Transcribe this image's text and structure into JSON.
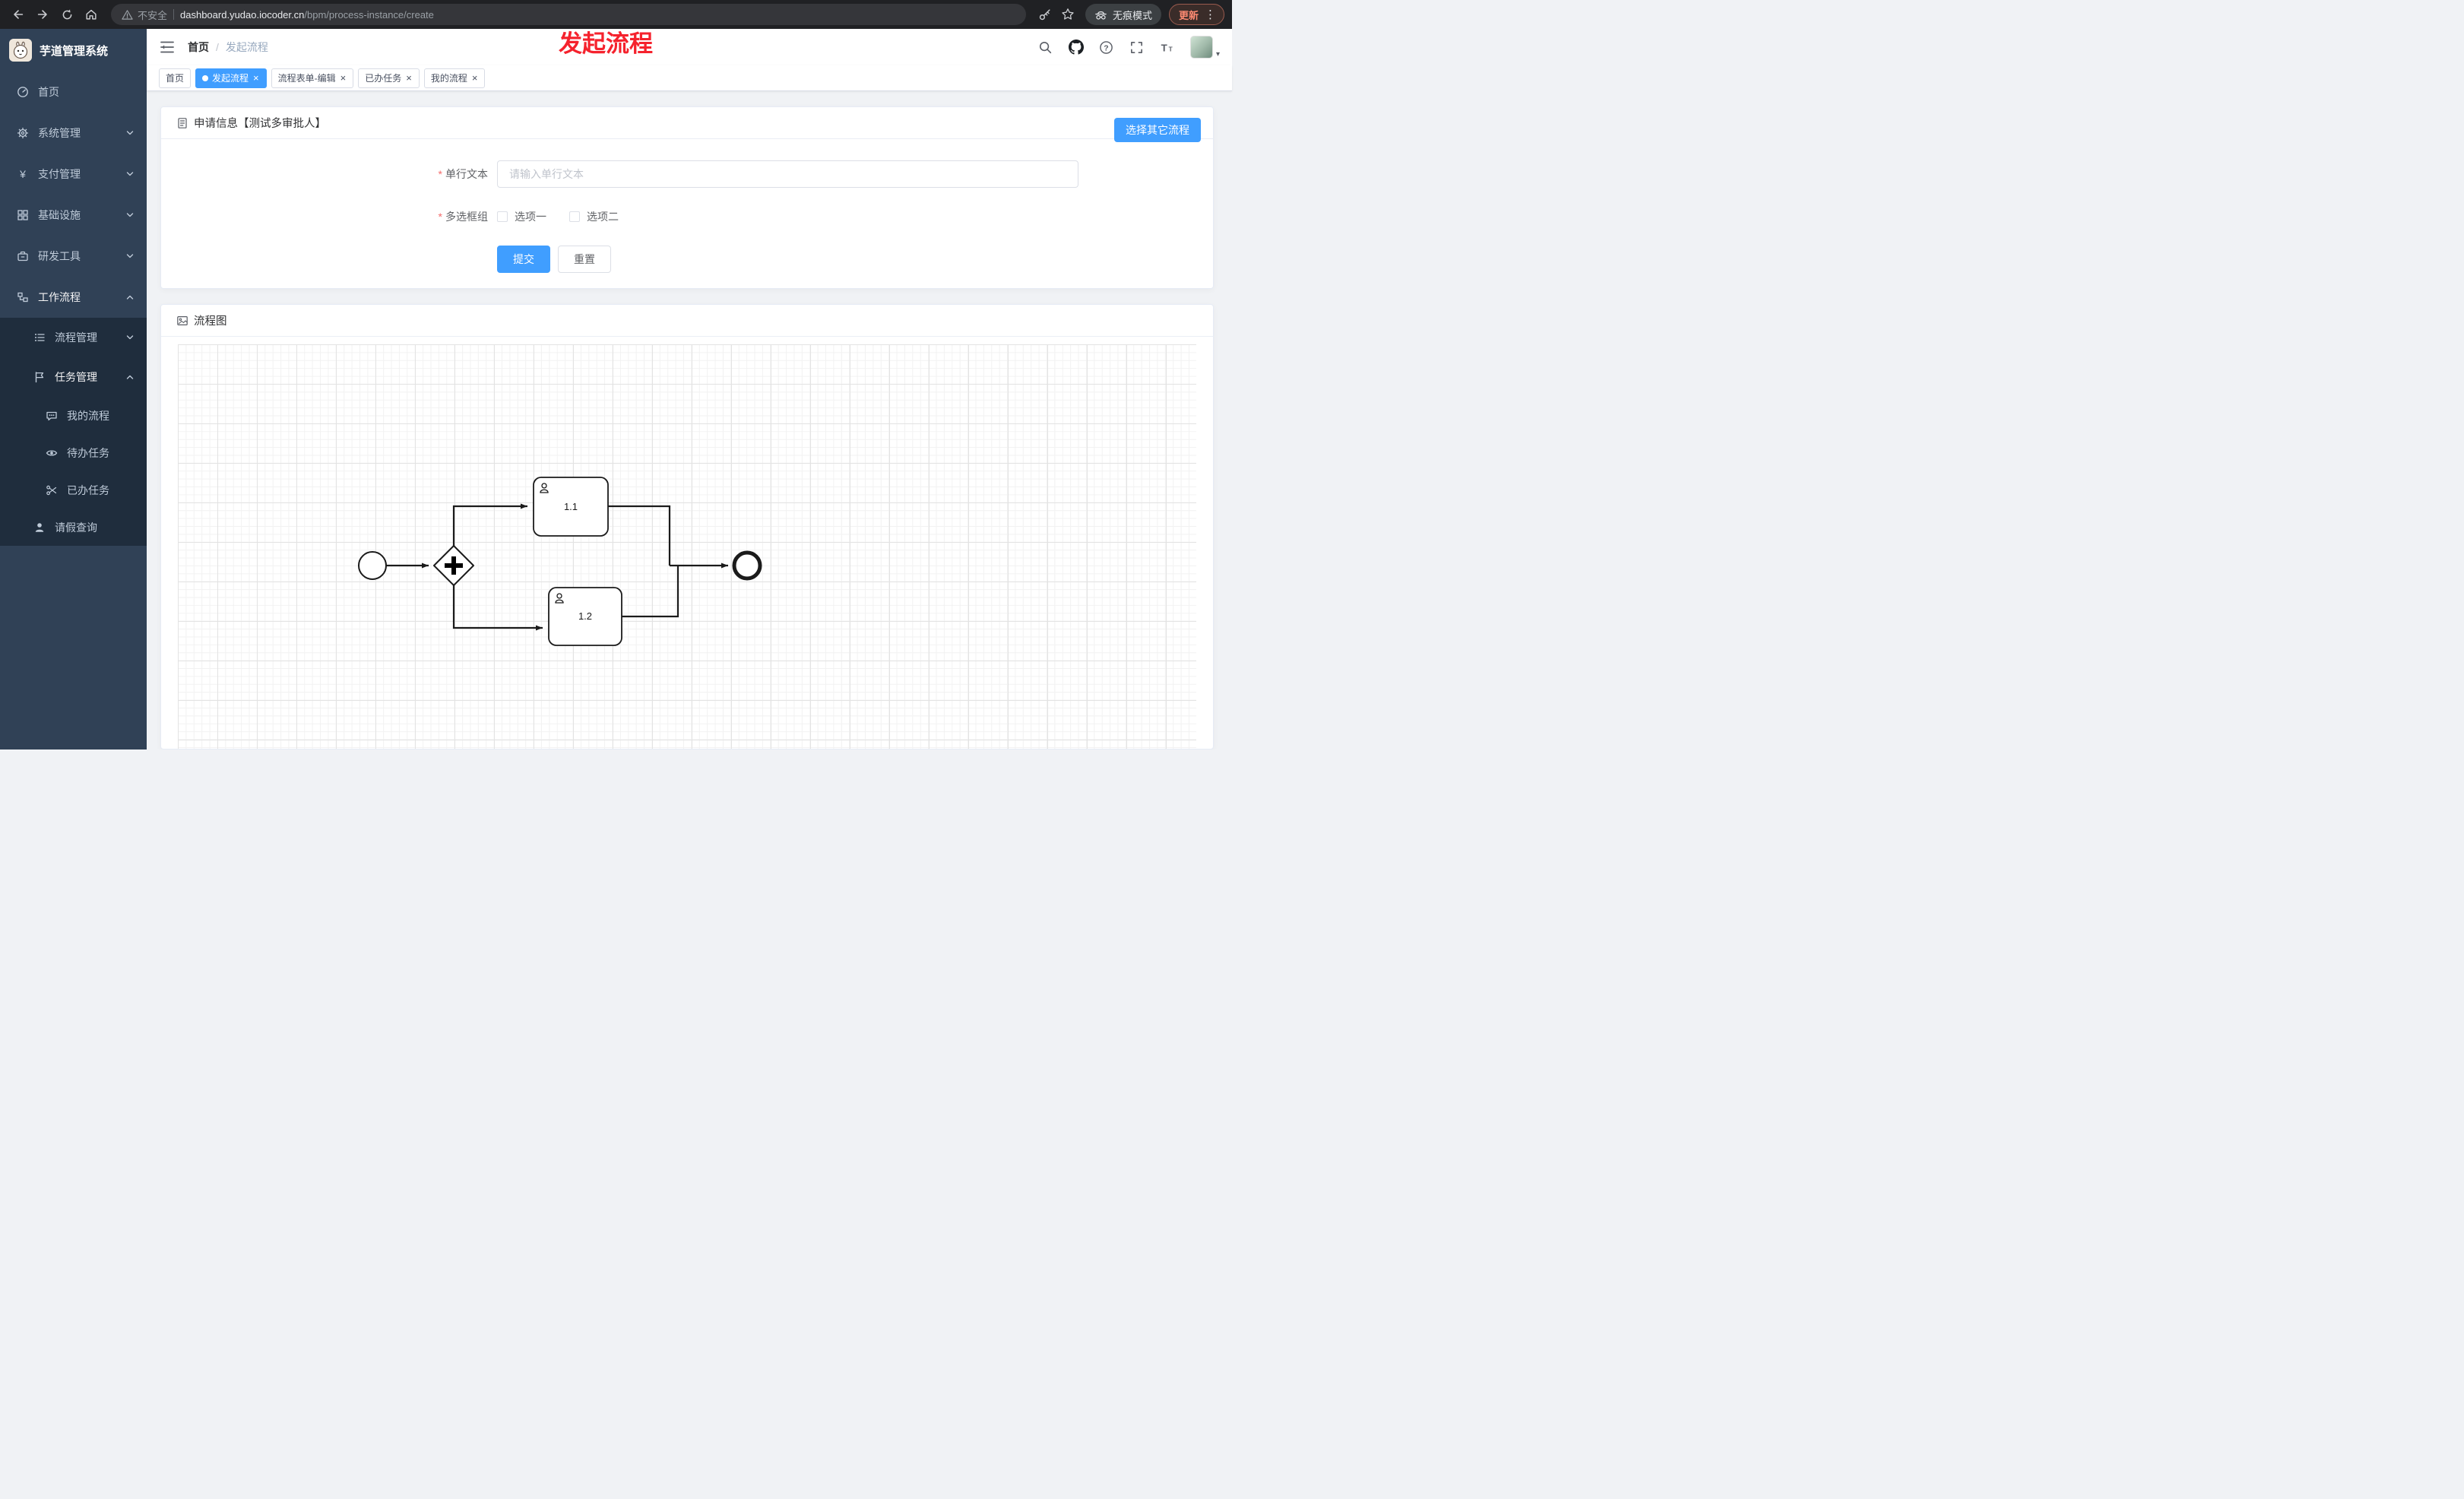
{
  "browser": {
    "security_label": "不安全",
    "url_domain": "dashboard.yudao.iocoder.cn",
    "url_path": "/bpm/process-instance/create",
    "incognito_label": "无痕模式",
    "update_label": "更新"
  },
  "annotation": {
    "text": "发起流程",
    "color": "#f5222d"
  },
  "sidebar": {
    "logo_title": "芋道管理系统",
    "menu": [
      {
        "label": "首页"
      },
      {
        "label": "系统管理"
      },
      {
        "label": "支付管理"
      },
      {
        "label": "基础设施"
      },
      {
        "label": "研发工具"
      },
      {
        "label": "工作流程"
      }
    ],
    "submenu": [
      {
        "label": "流程管理"
      },
      {
        "label": "任务管理"
      },
      {
        "label": "请假查询"
      }
    ],
    "task_children": [
      {
        "label": "我的流程"
      },
      {
        "label": "待办任务"
      },
      {
        "label": "已办任务"
      }
    ]
  },
  "topbar": {
    "breadcrumb_home": "首页",
    "breadcrumb_sep": "/",
    "breadcrumb_current": "发起流程"
  },
  "tabs": [
    {
      "label": "首页"
    },
    {
      "label": "发起流程"
    },
    {
      "label": "流程表单-编辑"
    },
    {
      "label": "已办任务"
    },
    {
      "label": "我的流程"
    }
  ],
  "form_card": {
    "title": "申请信息【测试多审批人】",
    "other_process_button": "选择其它流程",
    "field1_label": "单行文本",
    "field1_placeholder": "请输入单行文本",
    "field2_label": "多选框组",
    "option1": "选项一",
    "option2": "选项二",
    "submit_label": "提交",
    "reset_label": "重置"
  },
  "diagram_card": {
    "title": "流程图",
    "task1_label": "1.1",
    "task2_label": "1.2"
  },
  "icons": {
    "close": "×",
    "caret_down": "▾",
    "more_vert": "⋮",
    "required_mark": "*",
    "yen": "¥",
    "question_mark": "?",
    "letter_t": "T"
  },
  "colors": {
    "accent": "#409eff",
    "annotation_red": "#f5222d",
    "sidebar_bg": "#304156",
    "submenu_bg": "#1f2d3d"
  }
}
